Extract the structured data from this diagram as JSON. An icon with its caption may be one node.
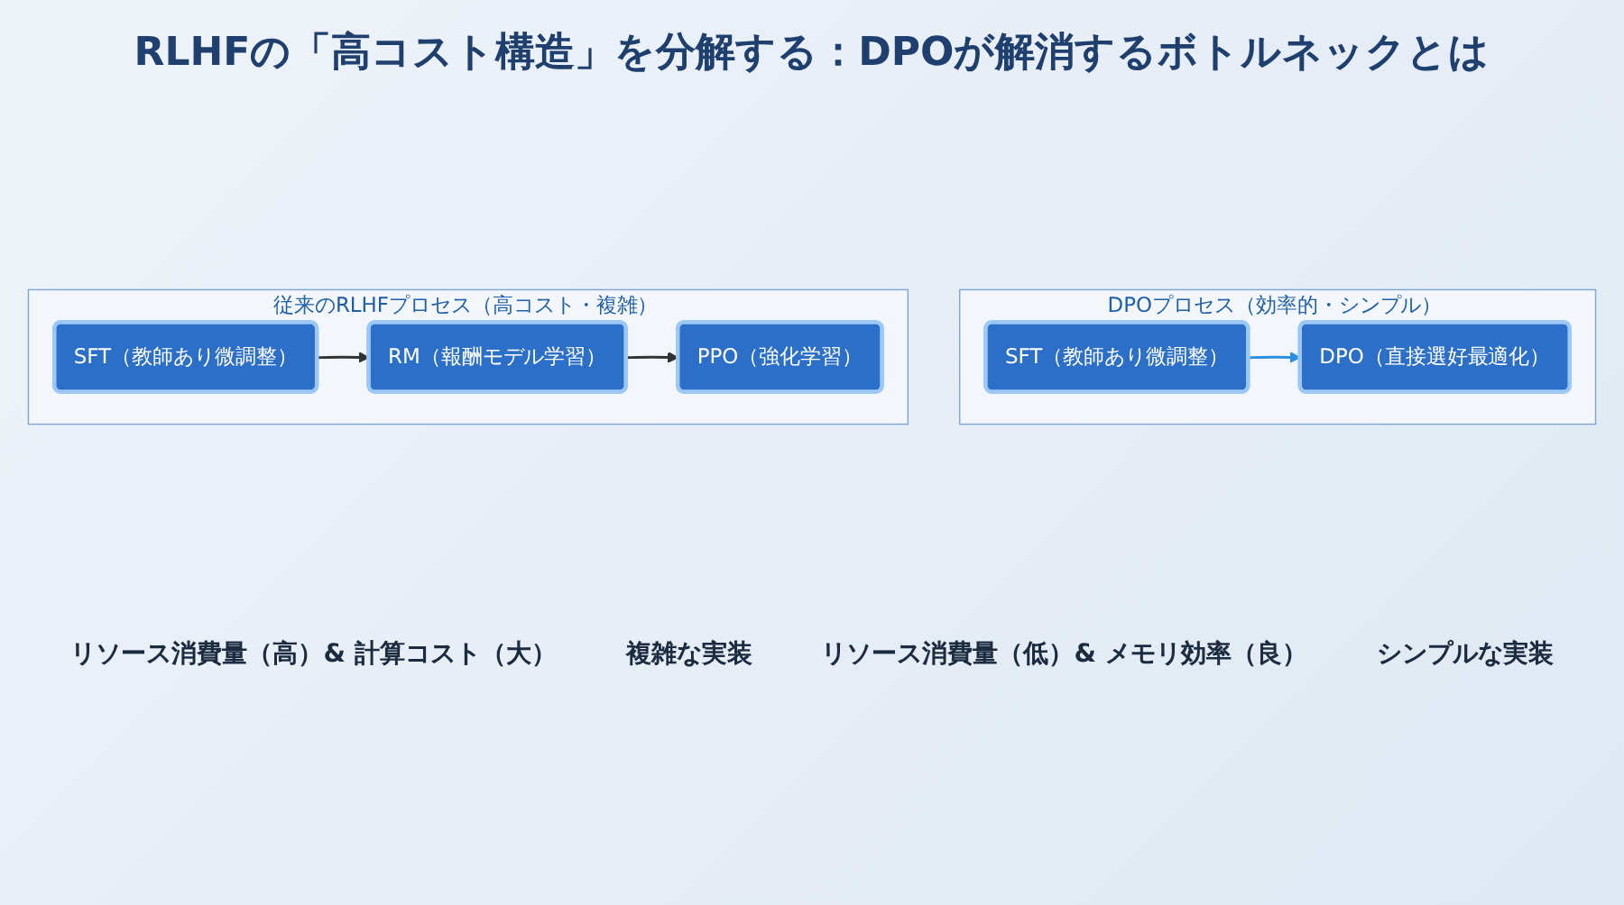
{
  "diagram": {
    "title": "RLHFの「高コスト構造」を分解する：DPOが解消するボトルネックとは",
    "nodes": [
      {
        "text": [
          "従来のRLHFプロセス（高コスト・複雑）"
        ]
      },
      {
        "text": [
          "SFT（教師あり微調整）"
        ],
        "in": 0
      },
      {
        "text": [
          "RM（報酬モデル学習）"
        ],
        "in": 0
      },
      {
        "text": [
          "PPO（強化学習）"
        ],
        "in": 0
      },
      {
        "text": [
          "DPOプロセス（効率的・シンプル）"
        ]
      },
      {
        "text": [
          "SFT（教師あり微調整）"
        ],
        "in": 4
      },
      {
        "text": [
          "DPO（直接選好最適化）"
        ],
        "in": 4
      }
    ],
    "edges": [
      {
        "from": 1,
        "to": 2,
        "arrow": "to"
      },
      {
        "from": 2,
        "to": 3,
        "arrow": "to"
      },
      {
        "from": 5,
        "to": 6,
        "arrow": "to",
        "color": "#2e8fe0"
      }
    ],
    "labels": [
      "リソース消費量（高）& 計算コスト（大）",
      "複雑な実装",
      "リソース消費量（低）& メモリ効率（良）",
      "シンプルな実装"
    ]
  }
}
